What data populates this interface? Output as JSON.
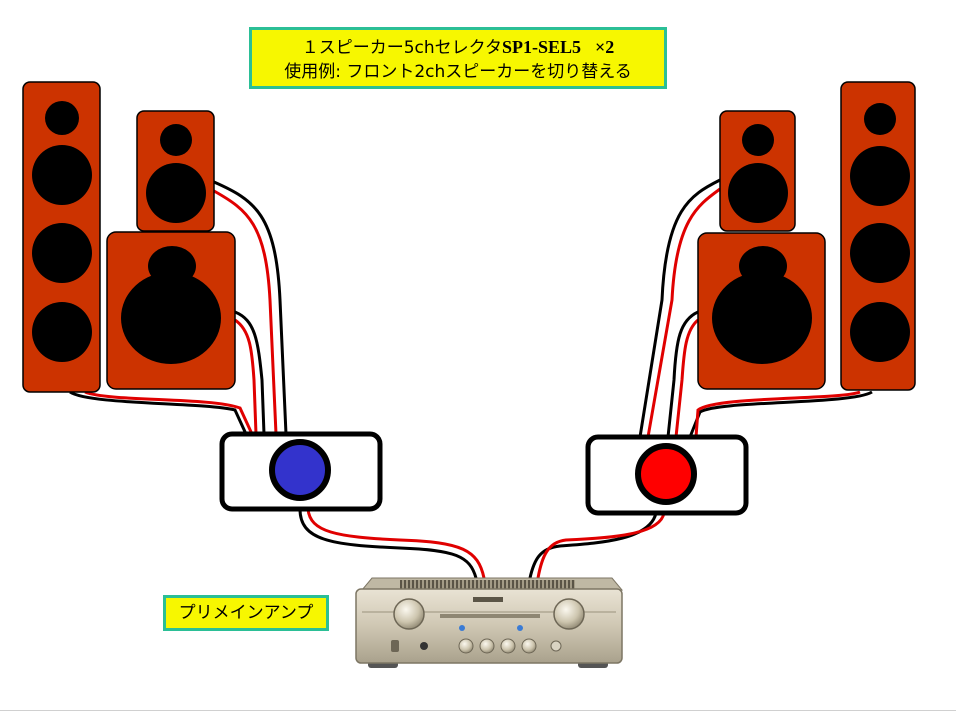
{
  "title": {
    "line1_prefix": "１スピーカー5chセレクタ",
    "line1_model": "SP1-SEL5",
    "line1_multiplier": "×2",
    "line2": "使用例: フロント2chスピーカーを切り替える"
  },
  "amp_label": "プリメインアンプ",
  "colors": {
    "speaker_body": "#cc3300",
    "driver": "#000000",
    "wire_red": "#e00000",
    "wire_black": "#000000",
    "selector_left_knob": "#3333cc",
    "selector_right_knob": "#ff0000",
    "label_fill": "#f7f700",
    "label_border": "#2bbf96"
  }
}
